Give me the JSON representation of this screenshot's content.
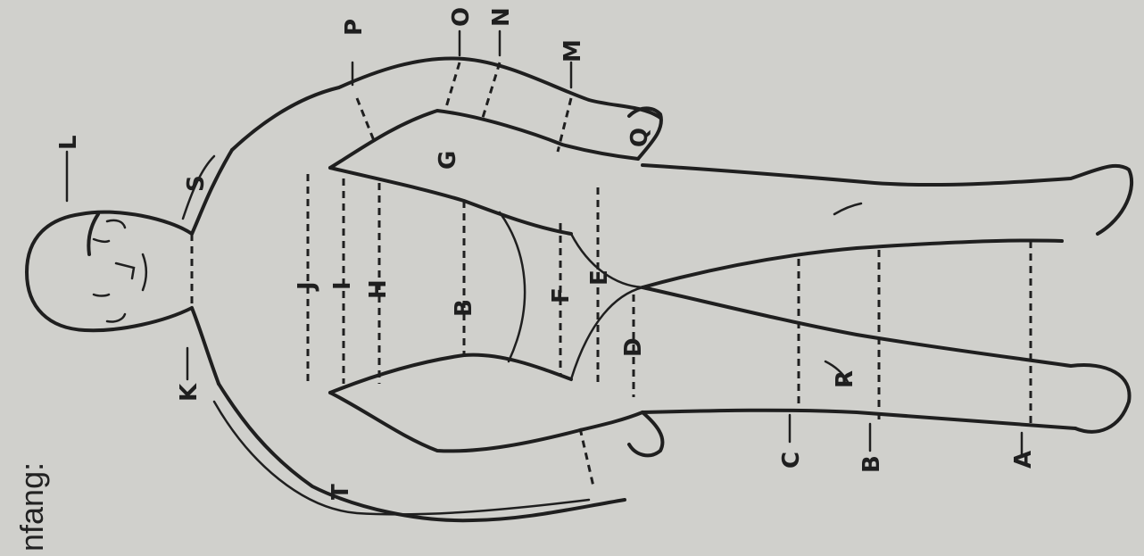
{
  "caption": "nfang:",
  "labels": {
    "L": "L",
    "P": "P",
    "O": "O",
    "N": "N",
    "M": "M",
    "K": "K",
    "G": "G",
    "J": "J",
    "I": "I",
    "H": "H",
    "Q": "Q",
    "B_upper": "B",
    "F": "F",
    "E": "E",
    "D": "D",
    "C": "C",
    "B": "B",
    "A": "A",
    "S": "S",
    "R": "R",
    "T": "T"
  },
  "background_color": "#d3d3cf",
  "ink_color": "#1f1f1f"
}
